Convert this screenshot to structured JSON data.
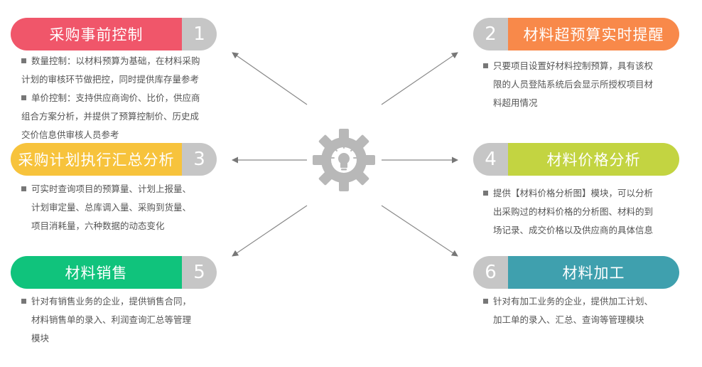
{
  "modules": [
    {
      "id": 1,
      "num": "1",
      "title": "采购事前控制",
      "color": "#f0566a",
      "bullets": [
        [
          "数量控制：以材料预算为基础，在材料采购",
          "计划的审核环节做把控，同时提供库存量参考"
        ],
        [
          "单价控制：支持供应商询价、比价，供应商",
          "组合方案分析，并提供了预算控制价、历史成",
          "交价信息供审核人员参考"
        ]
      ]
    },
    {
      "id": 2,
      "num": "2",
      "title": "材料超预算实时提醒",
      "color": "#f8894a",
      "bullets": [
        [
          "只要项目设置好材料控制预算，具有该权",
          "限的人员登陆系统后会显示所授权项目材",
          "料超用情况"
        ]
      ]
    },
    {
      "id": 3,
      "num": "3",
      "title": "采购计划执行汇总分析",
      "color": "#f7c33c",
      "bullets": [
        [
          "可实时查询项目的预算量、计划上报量、",
          "计划审定量、总库调入量、采购到货量、",
          "项目消耗量，六种数据的动态变化"
        ]
      ]
    },
    {
      "id": 4,
      "num": "4",
      "title": "材料价格分析",
      "color": "#c3d441",
      "bullets": [
        [
          "提供【材料价格分析图】模块，可以分析",
          "出采购过的材料价格的分析图、材料的到",
          "场记录、成交价格以及供应商的具体信息"
        ]
      ]
    },
    {
      "id": 5,
      "num": "5",
      "title": "材料销售",
      "color": "#10c37c",
      "bullets": [
        [
          "针对有销售业务的企业，提供销售合同，",
          "材料销售单的录入、利润查询汇总等管理",
          "模块"
        ]
      ]
    },
    {
      "id": 6,
      "num": "6",
      "title": "材料加工",
      "color": "#3fa0ae",
      "bullets": [
        [
          "针对有加工业务的企业，提供加工计划、",
          "加工单的录入、汇总、查询等管理模块"
        ]
      ]
    }
  ],
  "center_icon": "gear-lightbulb-icon"
}
